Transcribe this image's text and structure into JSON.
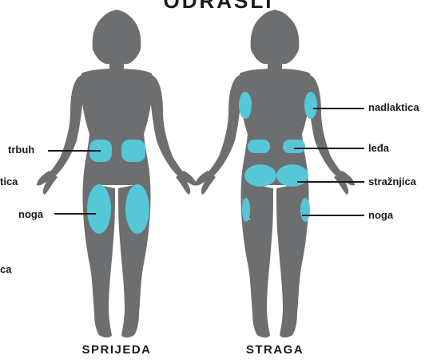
{
  "title": "ODRASLI",
  "views": {
    "front": "SPRIJEDA",
    "back": "STRAGA"
  },
  "front_labels": {
    "trbuh": "trbuh",
    "noga": "noga",
    "cut_upper": "tica",
    "cut_lower": "ca"
  },
  "back_labels": {
    "nadlaktica": "nadlaktica",
    "leda": "leđa",
    "straznjica": "stražnjica",
    "noga": "noga"
  },
  "colors": {
    "body": "#6d6e70",
    "zone": "#55c7d6",
    "line": "#1a1a1a",
    "text": "#1a1a1a"
  }
}
